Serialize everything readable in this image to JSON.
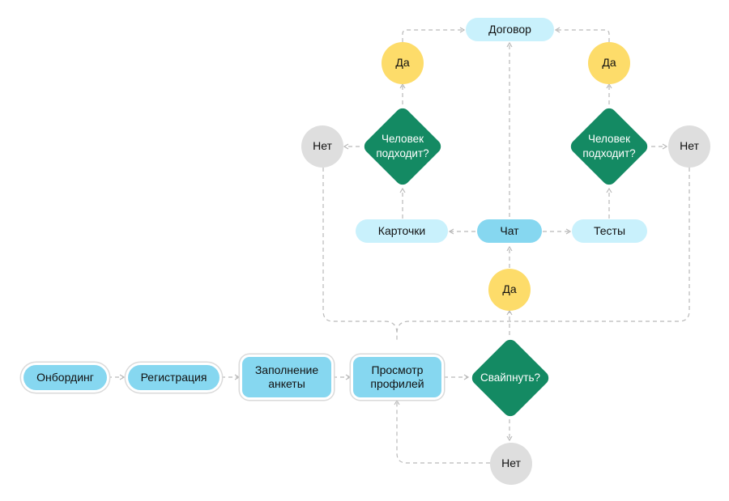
{
  "flow": {
    "onboarding": "Онбординг",
    "registration": "Регистрация",
    "questionnaire": "Заполнение\nанкеты",
    "profiles": "Просмотр\nпрофилей",
    "swipe": "Свайпнуть?",
    "swipe_no": "Нет",
    "swipe_yes": "Да",
    "chat": "Чат",
    "cards": "Карточки",
    "tests": "Тесты",
    "fit_left": "Человек\nподходит?",
    "fit_right": "Человек\nподходит?",
    "left_no": "Нет",
    "right_no": "Нет",
    "left_yes": "Да",
    "right_yes": "Да",
    "contract": "Договор"
  },
  "colors": {
    "process": "#86d7f0",
    "process_light": "#c9f1fc",
    "decision": "#148a63",
    "yes": "#fddc6a",
    "no": "#dedede",
    "connector": "#b9b9b9"
  }
}
